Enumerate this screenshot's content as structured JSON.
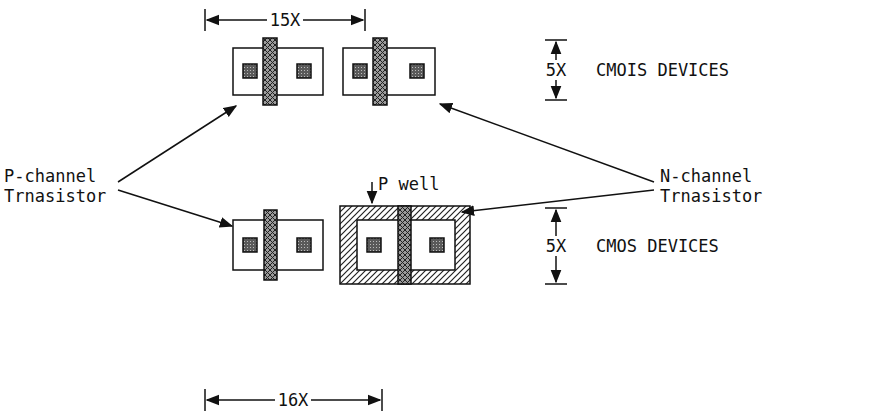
{
  "diagram": {
    "labels": [
      "15X",
      "5X",
      "CMOIS DEVICES",
      "P-channel Trnasistor",
      "N-channel Trnasistor",
      "P well",
      "5X",
      "CMOS DEVICES",
      "16X"
    ]
  }
}
